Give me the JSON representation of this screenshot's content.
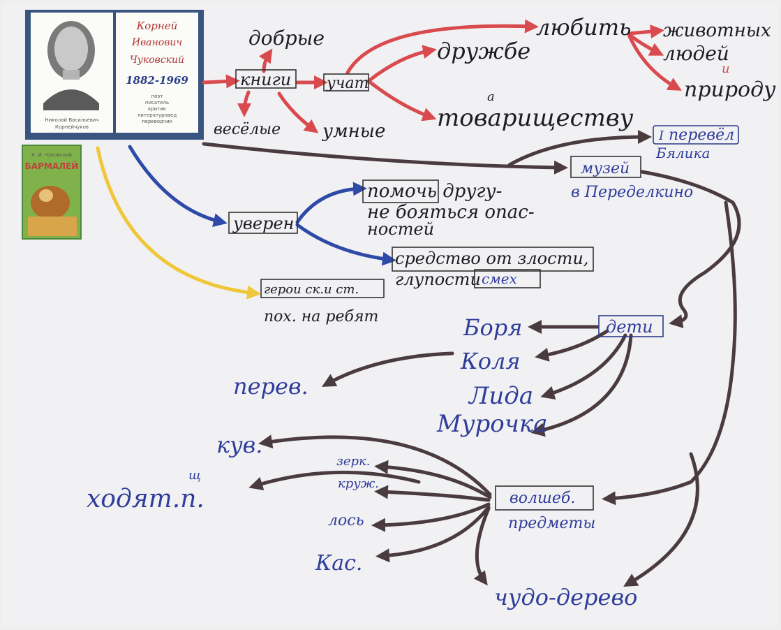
{
  "book": {
    "name_line1": "Корней",
    "name_line2": "Иванович",
    "name_line3": "Чуковский",
    "years": "1882-1969",
    "subtitle_lines": [
      "поэт",
      "писатель",
      "критик",
      "литературовед",
      "переводчик"
    ],
    "portrait_caption_line1": "Николай Васильевич",
    "portrait_caption_line2": "Корнейчуков"
  },
  "barmaley": {
    "author": "К. И. Чуковский",
    "title": "БАРМАЛЕЙ"
  },
  "nodes": {
    "knigi": "книги",
    "dobrye": "добрые",
    "veselye": "весёлые",
    "umnye": "умные",
    "uchat": "учат",
    "lyubit": "любить",
    "zhivotnykh": "животных",
    "lyudey": "людей",
    "prirodu": "природу",
    "druzhbe": "дружбе",
    "tovarishchestvu": "товариществу",
    "pereviol": "перевёл",
    "pereviol_mark": "I",
    "bialik": "Бялика",
    "muzey_line1": "музей",
    "muzey_line2": "в Переделкино",
    "uveren": "уверен",
    "pomoch_line1": "помочь другу-",
    "pomoch_line2": "не бояться опас-",
    "pomoch_line3": "ностей",
    "sredstvo_line1": "средство от злости,",
    "sredstvo_line2": "глупости",
    "smekh": "смех",
    "geroi": "герои ск.и ст.",
    "geroi_line2": "пох. на ребят",
    "deti": "дети",
    "borya": "Боря",
    "kolya": "Коля",
    "pereviol2": "перев.",
    "lida": "Лида",
    "murochka": "Мурочка",
    "kuv": "кув.",
    "zerk": "зерк.",
    "kruzh": "круж.",
    "khodyat": "ходят.п.",
    "khodyat_correction": "щ",
    "los": "лось",
    "kas": "Кас.",
    "volsh_line1": "волшеб.",
    "volsh_line2": "предметы",
    "chudo": "чудо-дерево",
    "correction_a": "а",
    "correction_i": "и"
  },
  "colors": {
    "red": "#d94a4f",
    "brown": "#4a3b3f",
    "blue": "#2e4aa8",
    "yellow": "#f0c63a"
  }
}
